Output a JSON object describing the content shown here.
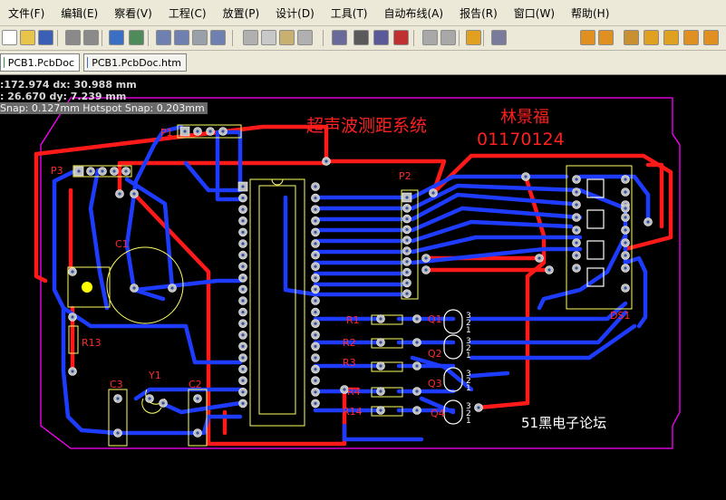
{
  "menu": [
    "文件(F)",
    "编辑(E)",
    "察看(V)",
    "工程(C)",
    "放置(P)",
    "设计(D)",
    "工具(T)",
    "自动布线(A)",
    "报告(R)",
    "窗口(W)",
    "帮助(H)"
  ],
  "toolbar_icons": [
    "new-document-icon",
    "open-folder-icon",
    "save-icon",
    "print-icon",
    "print-preview-icon",
    "layers-icon",
    "board-view-icon",
    "zoom-fit-icon",
    "zoom-area-icon",
    "zoom-selected-icon",
    "zoom-filter-icon",
    "cut-icon",
    "copy-icon",
    "paste-icon",
    "rubber-stamp-icon",
    "select-area-icon",
    "move-icon",
    "cross-select-icon",
    "clear-selection-icon",
    "undo-icon",
    "redo-icon",
    "highlight-icon",
    "browse-component-icon",
    "interactive-route-icon",
    "differential-route-icon",
    "fanout-icon",
    "via-icon",
    "pad-icon",
    "arc-icon",
    "track-icon"
  ],
  "tabs": [
    {
      "label": "PCB1.PcbDoc",
      "active": true
    },
    {
      "label": "PCB1.PcbDoc.htm",
      "active": false
    }
  ],
  "hud": {
    "line1": ":172.974   dx: 30.988 mm",
    "line2": ": 26.670   dy:  7.239  mm",
    "line3": "Snap: 0.127mm Hotspot Snap: 0.203mm"
  },
  "board": {
    "title_cn": "超声波测距系统",
    "author": "林景福",
    "student_id": "01170124",
    "forum": "51黑电子论坛"
  },
  "designators": [
    "P1",
    "P2",
    "P3",
    "C1",
    "R13",
    "C3",
    "Y1",
    "C2",
    "R1",
    "R2",
    "R3",
    "R4",
    "R14",
    "Q1",
    "Q2",
    "Q3",
    "Q4",
    "DS1"
  ],
  "pin_labels": [
    "3",
    "2",
    "1"
  ],
  "colors": {
    "top_layer": "#ff1a1a",
    "bottom_layer": "#1e3cff",
    "silkscreen": "#ffff66",
    "outline": "#ff00ff",
    "pad": "#c0c0c0",
    "background": "#000000"
  }
}
